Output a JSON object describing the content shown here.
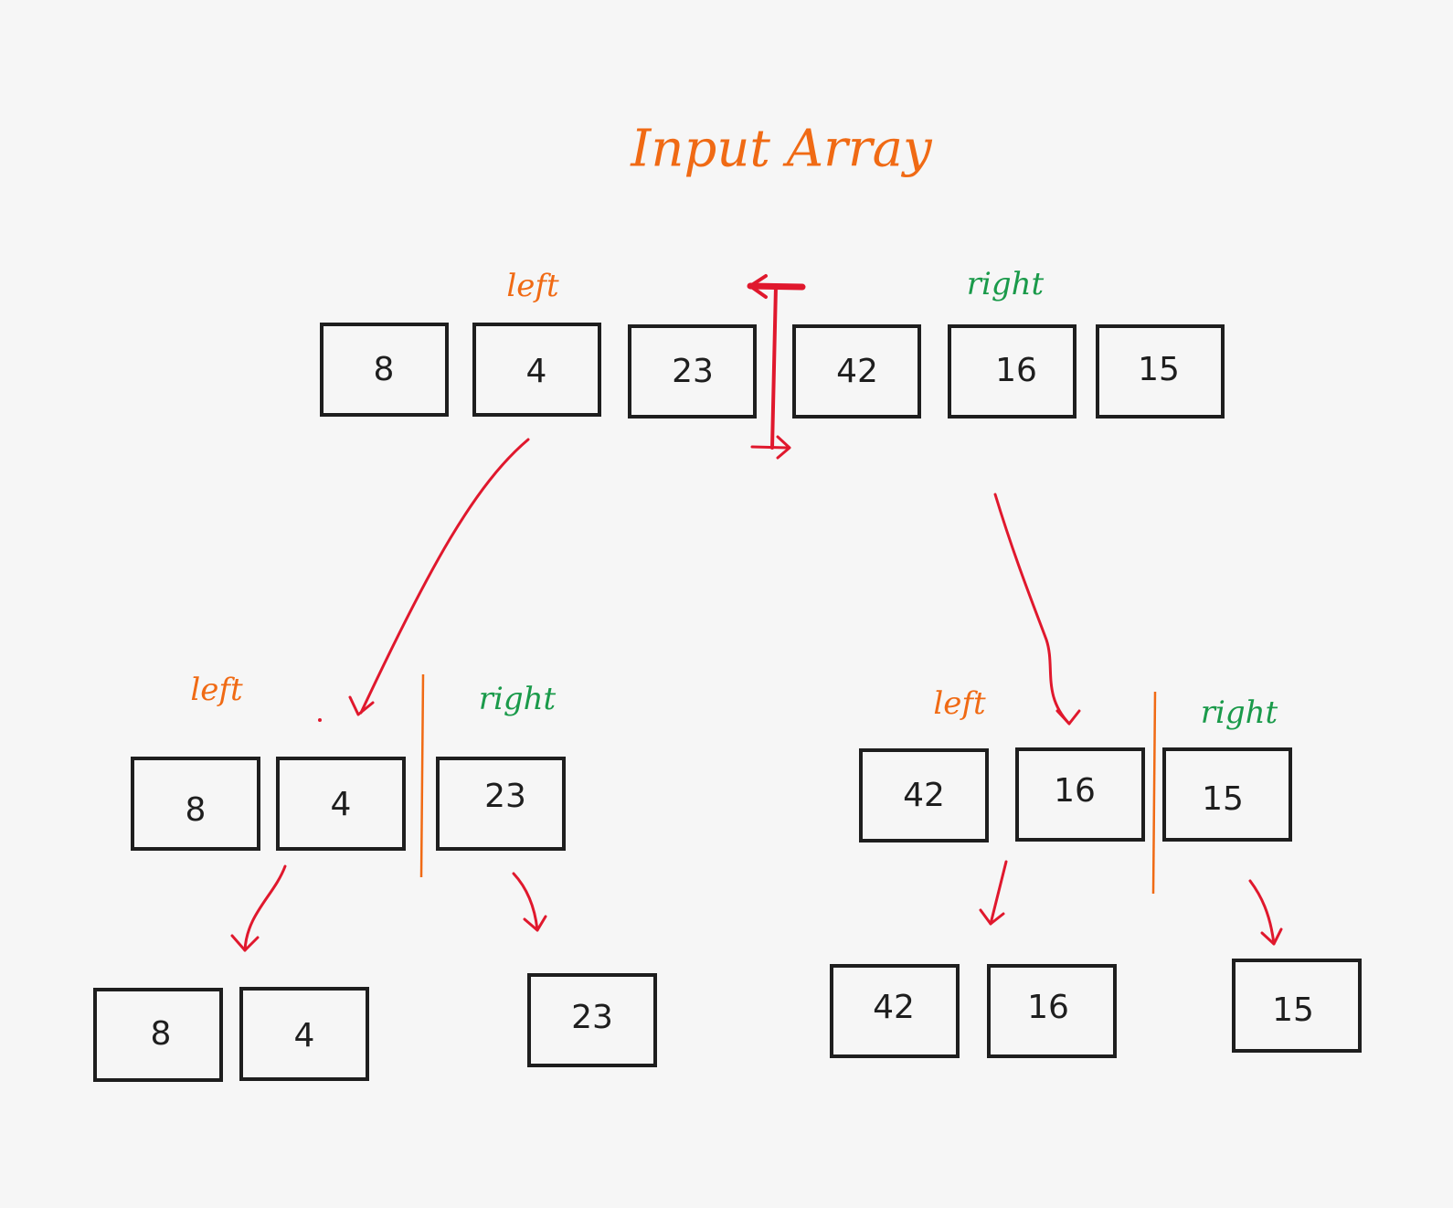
{
  "title": "Input Array",
  "colors": {
    "title": "#f06a14",
    "left_label": "#f06a14",
    "right_label": "#1a9a4a",
    "arrow": "#e0182d",
    "divider": "#f06a14",
    "box_stroke": "#1e1e1e",
    "background": "#f6f6f6"
  },
  "labels": {
    "left": "left",
    "right": "right"
  },
  "level0": {
    "values": [
      "8",
      "4",
      "23",
      "42",
      "16",
      "15"
    ]
  },
  "level1": {
    "left_group": {
      "values_left": [
        "8",
        "4"
      ],
      "values_right": [
        "23"
      ]
    },
    "right_group": {
      "values_left": [
        "42",
        "16"
      ],
      "values_right": [
        "15"
      ]
    }
  },
  "level2": {
    "a": [
      "8",
      "4"
    ],
    "b": [
      "23"
    ],
    "c": [
      "42",
      "16"
    ],
    "d": [
      "15"
    ]
  }
}
